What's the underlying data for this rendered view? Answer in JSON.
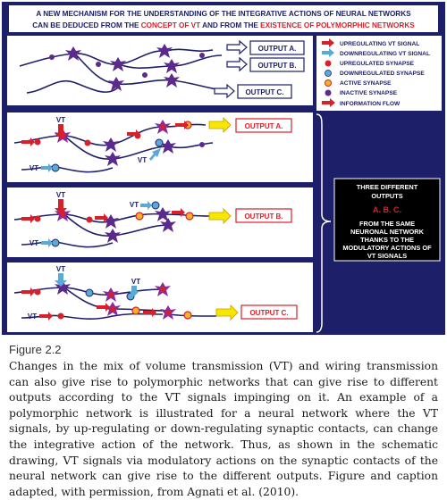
{
  "header": {
    "line1": "A NEW MECHANISM FOR THE UNDERSTANDING OF THE INTEGRATIVE ACTIONS OF NEURAL NETWORKS",
    "line2_part1": "CAN BE DEDUCED FROM THE ",
    "line2_part2": "CONCEPT OF VT",
    "line2_part3": " AND FROM THE ",
    "line2_part4": "EXISTENCE OF POLYMORPHIC NETWORKS"
  },
  "outputs": {
    "a": "OUTPUT A.",
    "b": "OUTPUT B.",
    "c": "OUTPUT C."
  },
  "vt_label": "VT",
  "legend": {
    "items": [
      "UPREGULATING VT SIGNAL",
      "DOWNREGULATING VT SIGNAL",
      "UPREGULATED SYNAPSE",
      "DOWNREGULATED SYNAPSE",
      "ACTIVE SYNAPSE",
      "INACTIVE SYNAPSE",
      "INFORMATION FLOW"
    ]
  },
  "summary": {
    "line1": "THREE DIFFERENT",
    "line2": "OUTPUTS",
    "abc": "A. B. C.",
    "line3": "FROM THE SAME",
    "line4": "NEURONAL NETWORK",
    "line5": "THANKS TO THE",
    "line6": "MODULATORY ACTIONS OF",
    "line7": "VT SIGNALS"
  },
  "colors": {
    "frame": "#1d2069",
    "neuron": "#5c2a8c",
    "accent_red": "#d8202a",
    "vt_blue": "#5aa9d6",
    "active_orange": "#f5b226",
    "arrow_yellow": "#f7e600"
  },
  "caption": {
    "title": "Figure 2.2",
    "text": "Changes in the mix of volume transmission (VT) and wiring transmission can also give rise to polymorphic networks that can give rise to different outputs according to the VT signals impinging on it. An example of a polymorphic network is illustrated for a neural network where the VT signals, by up-regulating or down-regulating synaptic contacts, can change the integrative action of the network. Thus, as shown in the schematic drawing, VT signals via modulatory actions on the synaptic contacts of the neural network can give rise to the different outputs. Figure and caption adapted, with permission, from Agnati et al. (2010)."
  }
}
